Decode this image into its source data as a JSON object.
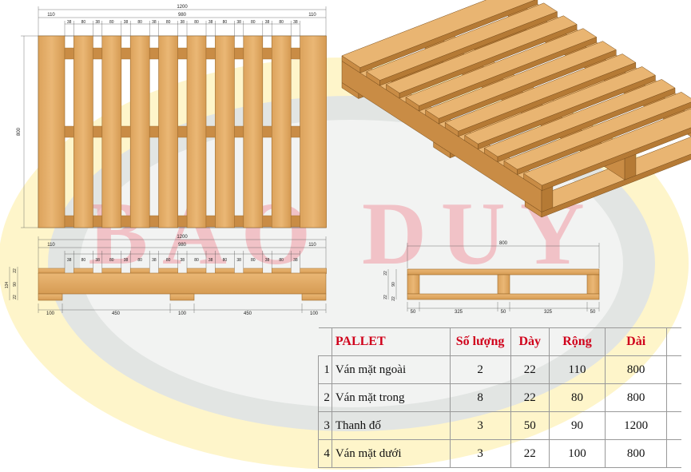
{
  "watermark": {
    "text": "BAO DUY",
    "color": "#f06a7a"
  },
  "colors": {
    "wood": "#e7b26b",
    "wood_dark": "#c98c45",
    "wood_edge": "#9c6a2c",
    "ellipse_yellow": "#fbe58a",
    "ellipse_blue": "#b6c8ee",
    "header_red": "#d0021b"
  },
  "top_view": {
    "dims_top": {
      "total": "1200",
      "left": "110",
      "mid": "980",
      "right": "110"
    },
    "gaps": [
      "38",
      "80",
      "38",
      "80",
      "38",
      "80",
      "38",
      "80",
      "38",
      "80",
      "38",
      "80",
      "38",
      "80",
      "38",
      "80",
      "38"
    ],
    "height": "800"
  },
  "front_view": {
    "dims_top": {
      "total": "1200",
      "left": "110",
      "mid": "980",
      "right": "110"
    },
    "gaps": [
      "38",
      "80",
      "38",
      "80",
      "38",
      "80",
      "38",
      "80",
      "38",
      "80",
      "38",
      "80",
      "38",
      "80",
      "38",
      "80",
      "38"
    ],
    "side": {
      "total": "134",
      "a": "22",
      "b": "90",
      "c": "22"
    },
    "bottom": [
      "100",
      "450",
      "100",
      "450",
      "100"
    ]
  },
  "side_view": {
    "top": "800",
    "side": {
      "a": "22",
      "b": "90",
      "c": "22",
      "d": "22"
    },
    "bottom": [
      "50",
      "325",
      "50",
      "325",
      "50"
    ]
  },
  "table": {
    "headers": {
      "title": "PALLET",
      "qty": "Số lượng",
      "thk": "Dày",
      "width": "Rộng",
      "length": "Dài"
    },
    "rows": [
      {
        "idx": "1",
        "name": "Ván mặt ngoài",
        "qty": "2",
        "thk": "22",
        "width": "110",
        "length": "800"
      },
      {
        "idx": "2",
        "name": "Ván mặt trong",
        "qty": "8",
        "thk": "22",
        "width": "80",
        "length": "800"
      },
      {
        "idx": "3",
        "name": "Thanh đố",
        "qty": "3",
        "thk": "50",
        "width": "90",
        "length": "1200"
      },
      {
        "idx": "4",
        "name": "Ván mặt dưới",
        "qty": "3",
        "thk": "22",
        "width": "100",
        "length": "800"
      }
    ]
  }
}
